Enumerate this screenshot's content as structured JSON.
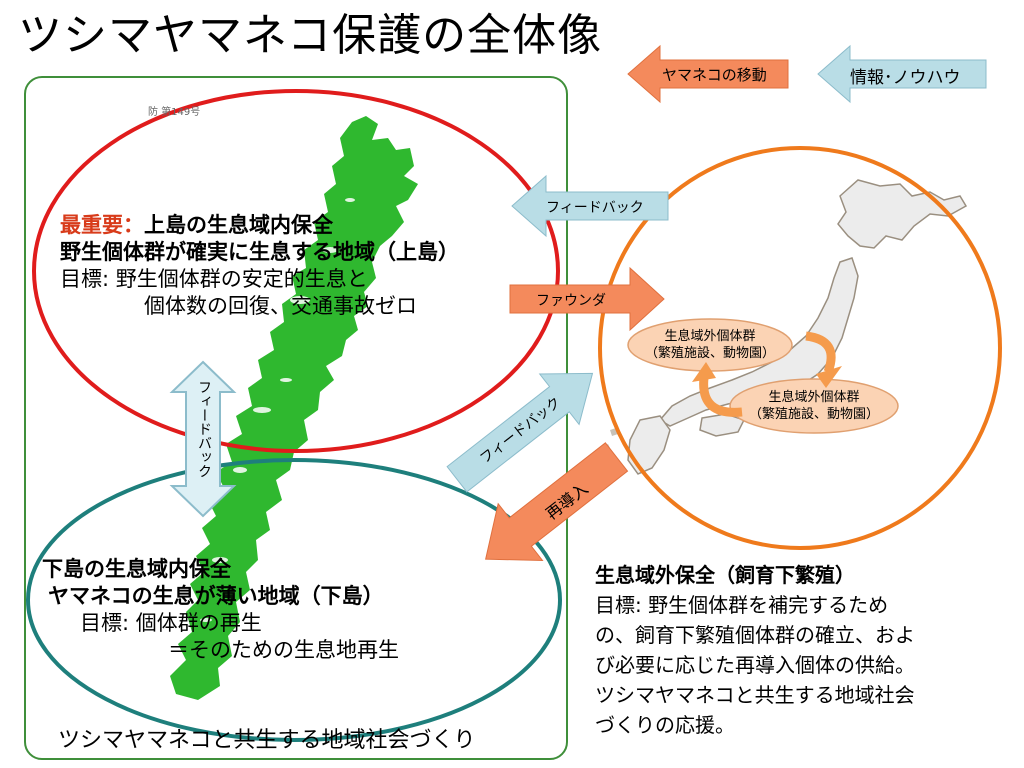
{
  "title": "ツシマヤマネコ保護の全体像",
  "legend": {
    "movement": "ヤマネコの移動",
    "info": "情報･ノウハウ"
  },
  "map_caption": "防 第149号",
  "upper": {
    "priority_label": "最重要：",
    "heading": "上島の生息域内保全",
    "subheading": "野生個体群が確実に生息する地域（上島）",
    "goal_line1": "目標:  野生個体群の安定的生息と",
    "goal_line2": "個体数の回復、交通事故ゼロ"
  },
  "lower": {
    "heading": "下島の生息域内保全",
    "subheading": "ヤマネコの生息が薄い地域（下島）",
    "goal_line1": "目標:  個体群の再生",
    "goal_line2": "＝そのための生息地再生"
  },
  "bottom_caption": "ツシマヤマネコと共生する地域社会づくり",
  "arrows": {
    "feedback_top": "フィードバック",
    "founder": "ファウンダ",
    "feedback_diag": "フィードバック",
    "reintro": "再導入",
    "feedback_vertical": "フィードバック"
  },
  "pills": {
    "pill1_line1": "生息域外個体群",
    "pill1_line2": "（繁殖施設、動物園）",
    "pill2_line1": "生息域外個体群",
    "pill2_line2": "（繁殖施設、動物園）"
  },
  "exsitu": {
    "heading": "生息域外保全（飼育下繁殖）",
    "line1": "目標:  野生個体群を補完するため",
    "line2": "の、飼育下繁殖個体群の確立、およ",
    "line3": "び必要に応じた再導入個体の供給。",
    "line4": "ツシマヤマネコと共生する地域社会",
    "line5": "づくりの応援。"
  },
  "colors": {
    "island": "#2fb82f",
    "upper_ellipse": "#e01c1c",
    "lower_ellipse": "#1e7f7c",
    "japan_circle": "#ef7a1c",
    "orange_arrow": "#f48a5c",
    "blue_arrow": "#b9dde6",
    "pill_fill": "#fbd3b4",
    "frame": "#3f8f3a"
  }
}
